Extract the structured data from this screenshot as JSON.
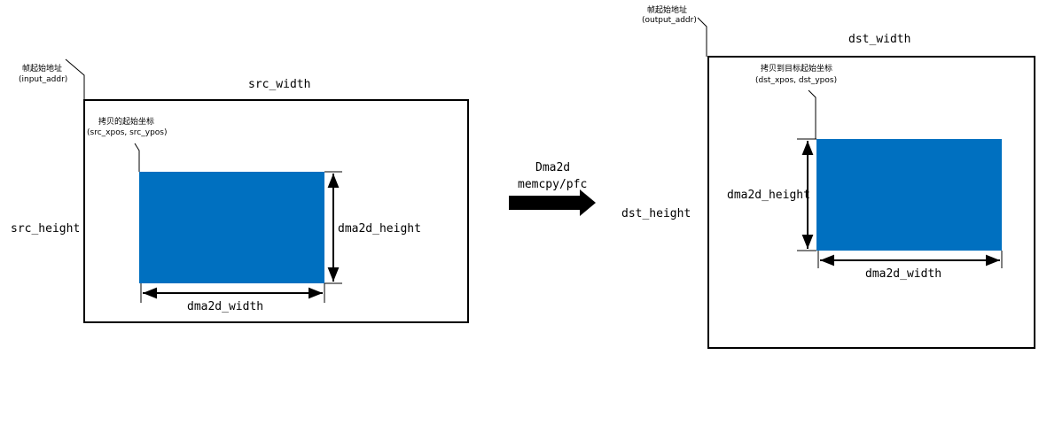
{
  "colors": {
    "block_fill": "#0070C0",
    "frame_stroke": "#000000",
    "background": "#FFFFFF"
  },
  "source": {
    "frame_start_label": "帧起始地址",
    "frame_start_param": "(input_addr)",
    "width_label": "src_width",
    "height_label": "src_height",
    "copy_start_label": "拷贝的起始坐标",
    "copy_start_param": "(src_xpos, src_ypos)",
    "block_height_label": "dma2d_height",
    "block_width_label": "dma2d_width"
  },
  "operation": {
    "line1": "Dma2d",
    "line2": "memcpy/pfc"
  },
  "destination": {
    "frame_start_label": "帧起始地址",
    "frame_start_param": "(output_addr)",
    "width_label": "dst_width",
    "height_label": "dst_height",
    "copy_start_label": "拷贝到目标起始坐标",
    "copy_start_param": "(dst_xpos, dst_ypos)",
    "block_height_label": "dma2d_height",
    "block_width_label": "dma2d_width"
  }
}
